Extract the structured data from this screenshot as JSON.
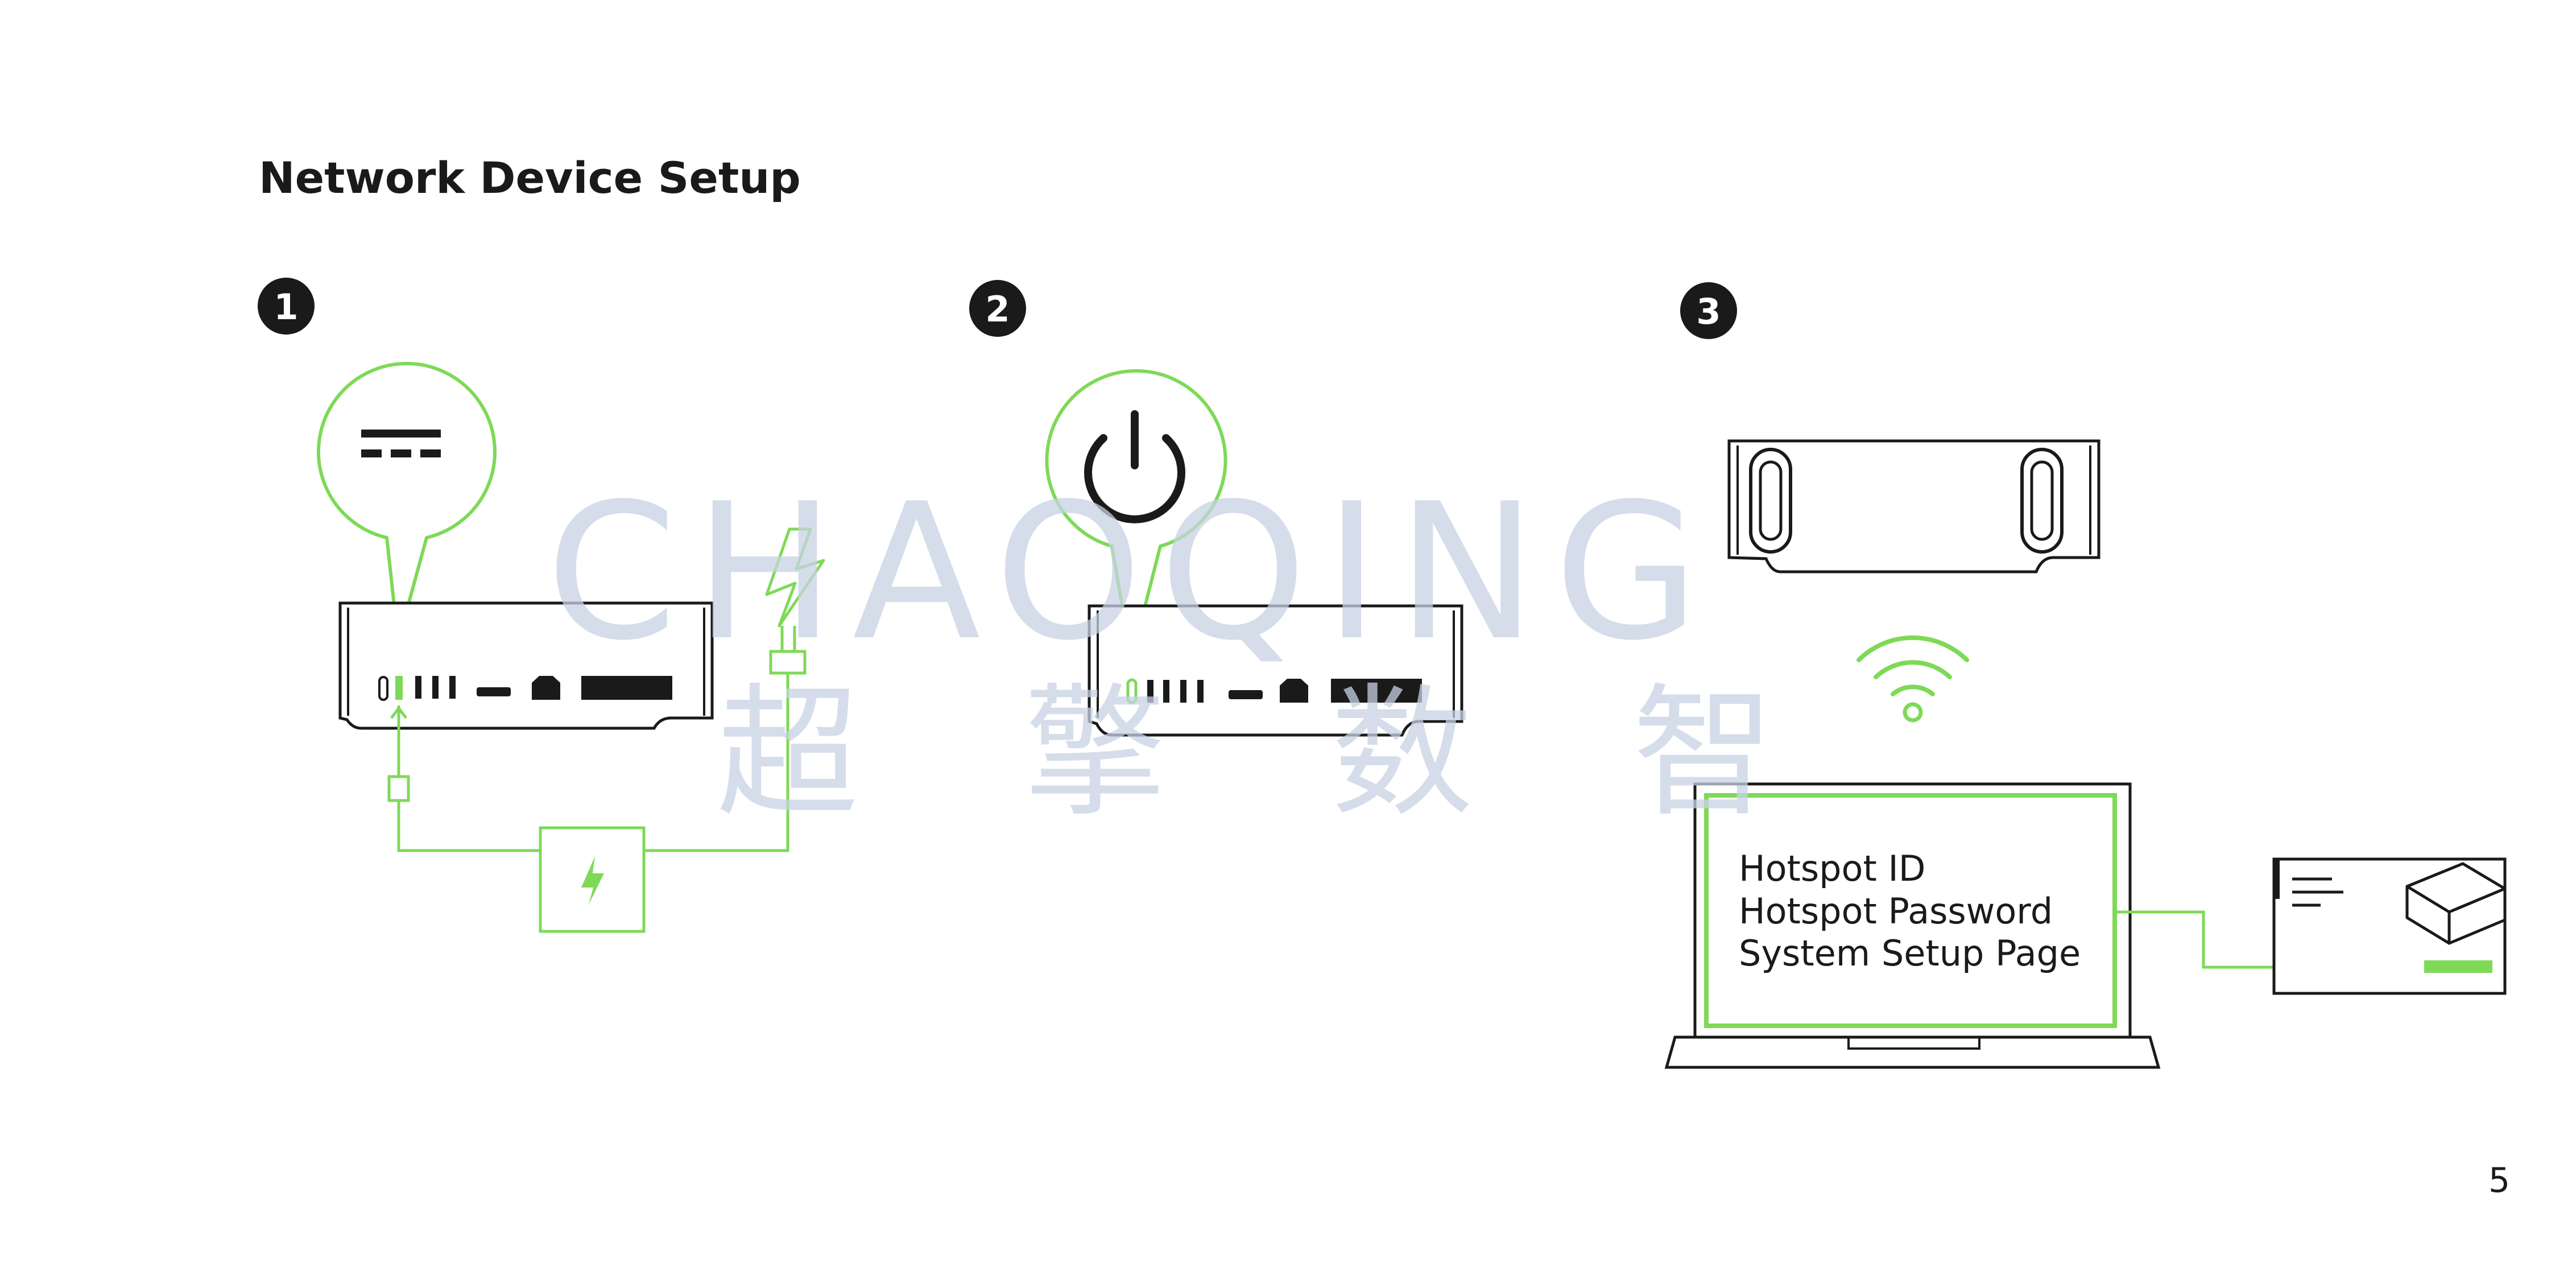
{
  "title": "Network Device Setup",
  "page_number": "5",
  "steps": [
    {
      "number": "1"
    },
    {
      "number": "2"
    },
    {
      "number": "3"
    }
  ],
  "screen_lines": [
    "Hotspot ID",
    "Hotspot Password",
    "System Setup Page"
  ],
  "watermark": {
    "latin": "CHAOQING",
    "cjk": [
      "超",
      "擎",
      "数",
      "智"
    ]
  },
  "colors": {
    "accent_green": "#7ed957",
    "ink": "#1a1a1a",
    "watermark": "#c7d1e3"
  },
  "icons": [
    "dc-power-icon",
    "power-button-icon",
    "lightning-icon",
    "wifi-icon",
    "usb-c-connector-icon",
    "power-adapter-icon"
  ]
}
